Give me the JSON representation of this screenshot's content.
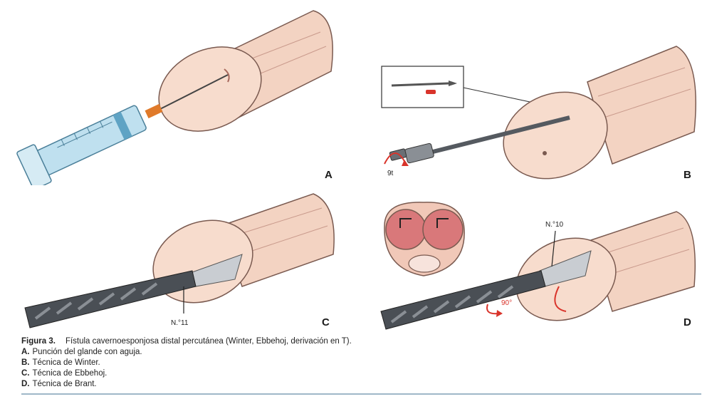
{
  "figure": {
    "panels": [
      {
        "id": "A",
        "letter": "A"
      },
      {
        "id": "B",
        "letter": "B",
        "callouts": [
          "9t"
        ]
      },
      {
        "id": "C",
        "letter": "C",
        "callouts": [
          "N.°11"
        ]
      },
      {
        "id": "D",
        "letter": "D",
        "callouts": [
          "N.°10",
          "90°"
        ]
      }
    ]
  },
  "caption": {
    "label": "Figura 3.",
    "title": "Fístula cavernoesponjosa distal percutánea (Winter, Ebbehoj, derivación en T).",
    "items": [
      {
        "letter": "A.",
        "text": "Punción del glande con aguja."
      },
      {
        "letter": "B.",
        "text": "Técnica de Winter."
      },
      {
        "letter": "C.",
        "text": "Técnica de Ebbehoj."
      },
      {
        "letter": "D.",
        "text": "Técnica de Brant."
      }
    ]
  },
  "colors": {
    "skin": "#f3d3c2",
    "glans": "#f7dccd",
    "outline": "#7a5a50",
    "steel": "#555a60",
    "syringe": "#bfe0ef",
    "hub": "#e07a2a",
    "red_arrow": "#d9342b",
    "cavernosa": "#d9787a",
    "rule": "#9fb8c8"
  }
}
